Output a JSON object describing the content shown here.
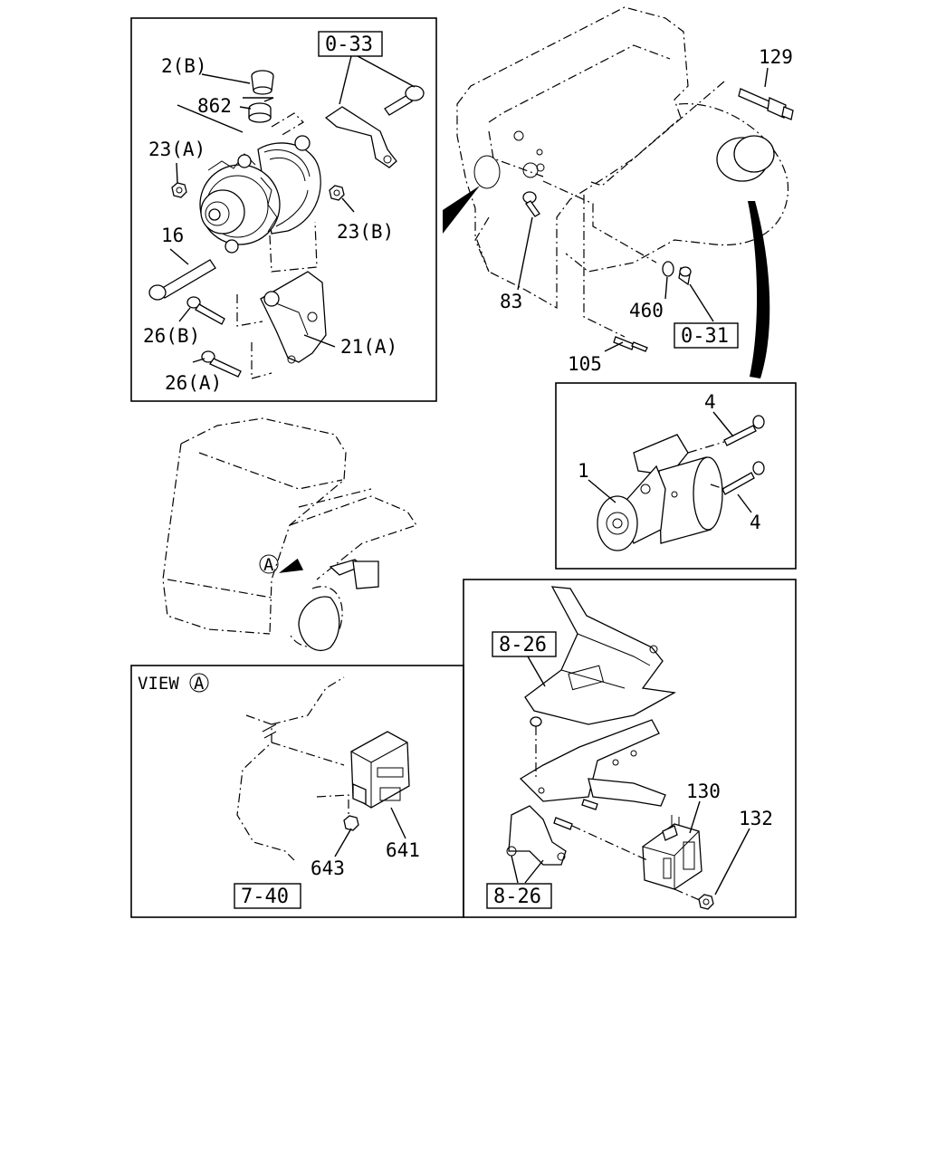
{
  "callouts": {
    "c2b": "2(B)",
    "c862": "862",
    "c033": "0-33",
    "c23a": "23(A)",
    "c23b": "23(B)",
    "c16": "16",
    "c26b": "26(B)",
    "c21a": "21(A)",
    "c26a": "26(A)",
    "c129": "129",
    "c83": "83",
    "c460": "460",
    "c031": "0-31",
    "c105": "105",
    "c4_top": "4",
    "c1": "1",
    "c4_bottom": "4",
    "cA": "A",
    "view_label": "VIEW",
    "view_letter": "A",
    "c641": "641",
    "c643": "643",
    "c740": "7-40",
    "c826_top": "8-26",
    "c826_bottom": "8-26",
    "c130": "130",
    "c132": "132"
  }
}
